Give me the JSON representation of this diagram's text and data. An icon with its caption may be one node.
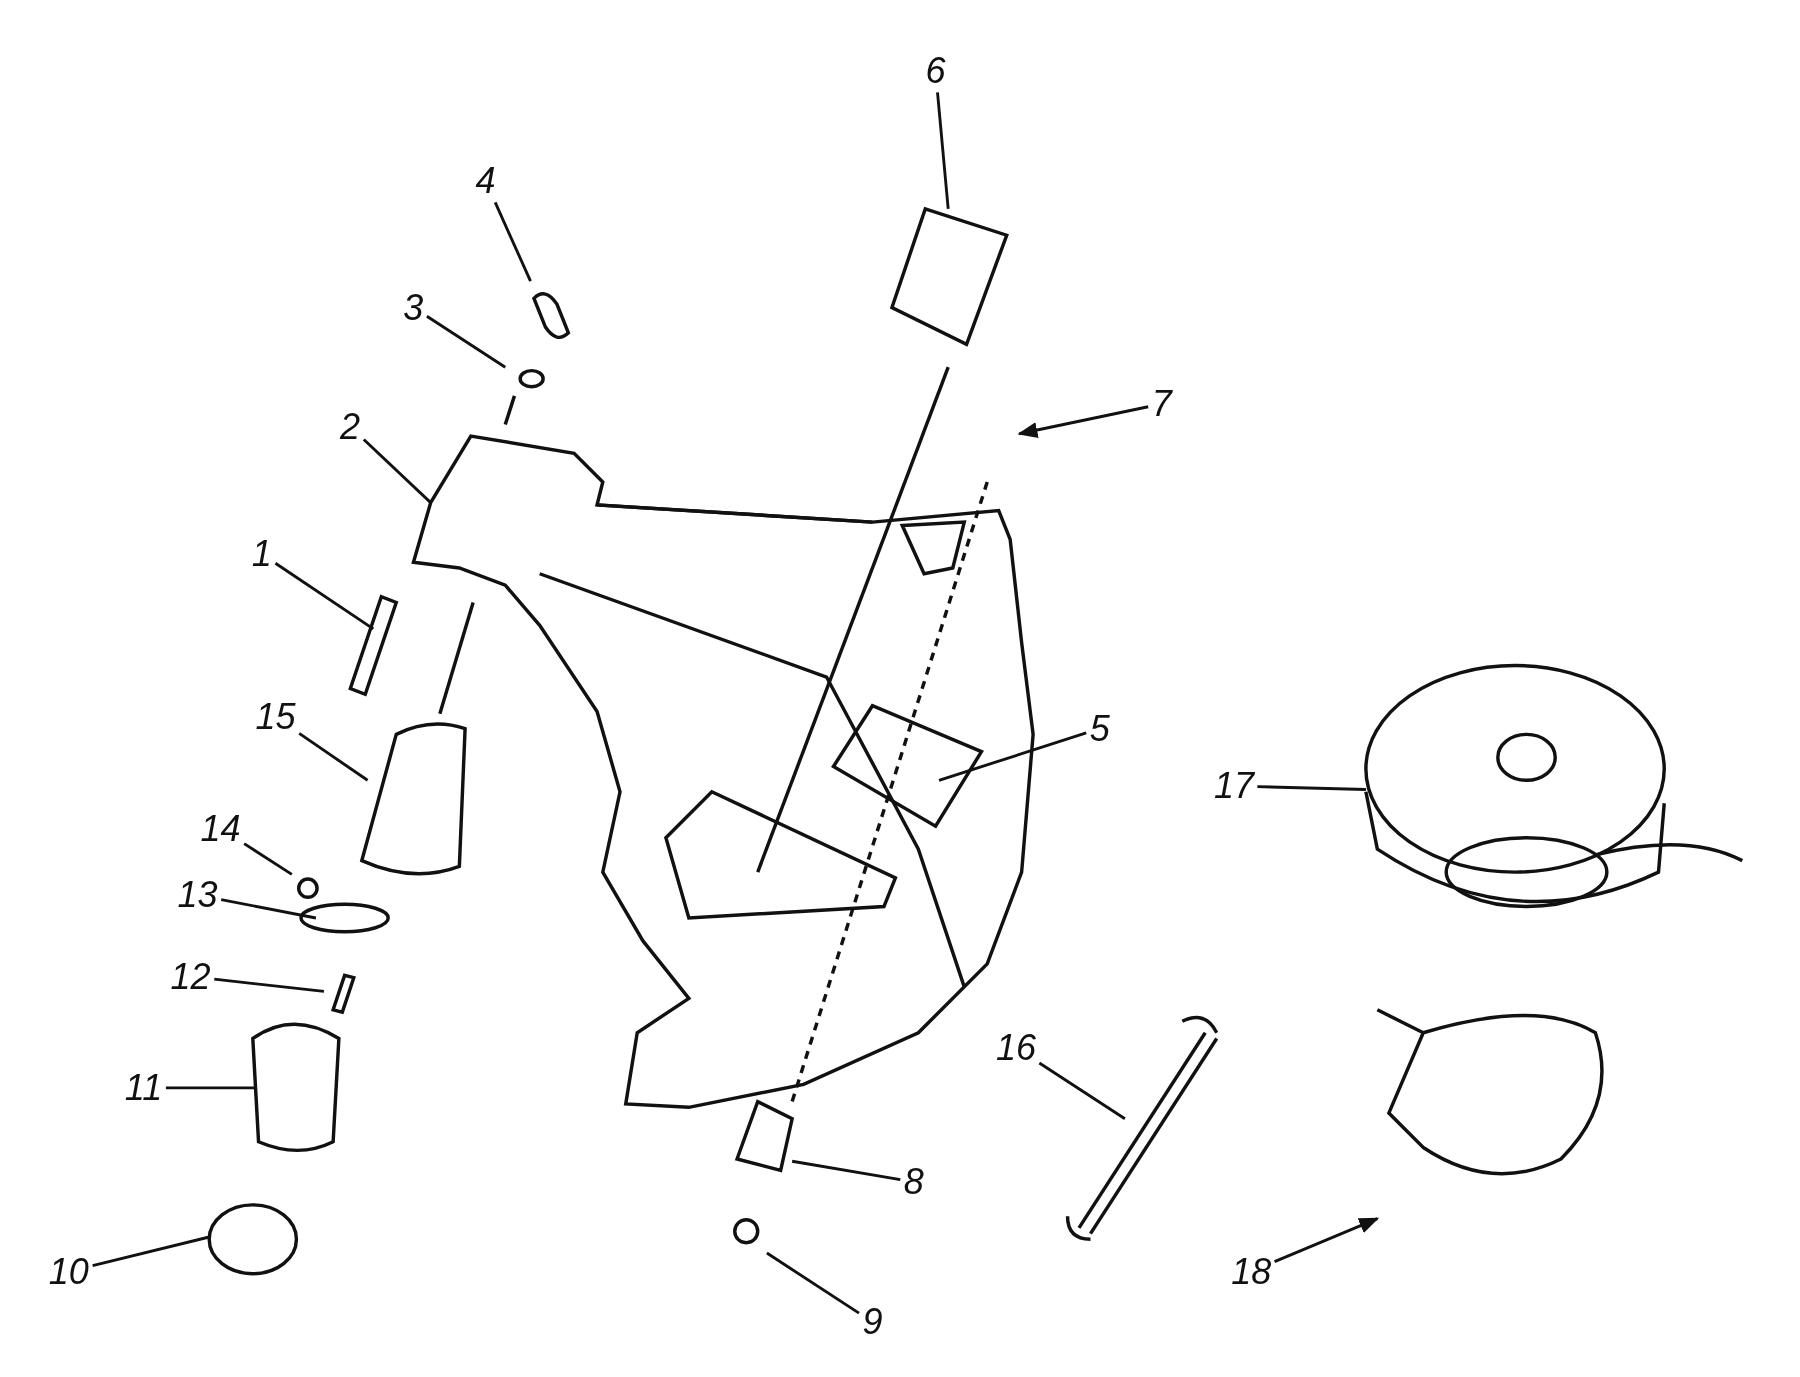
{
  "diagram": {
    "nodes": [
      {
        "text": [
          "1"
        ]
      },
      {
        "text": [
          "2"
        ]
      },
      {
        "text": [
          "3"
        ]
      },
      {
        "text": [
          "4"
        ]
      },
      {
        "text": [
          "5"
        ]
      },
      {
        "text": [
          "6"
        ]
      },
      {
        "text": [
          "7"
        ]
      },
      {
        "text": [
          "8"
        ]
      },
      {
        "text": [
          "9"
        ]
      },
      {
        "text": [
          "10"
        ]
      },
      {
        "text": [
          "11"
        ]
      },
      {
        "text": [
          "12"
        ]
      },
      {
        "text": [
          "13"
        ]
      },
      {
        "text": [
          "14"
        ]
      },
      {
        "text": [
          "15"
        ]
      },
      {
        "text": [
          "16"
        ]
      },
      {
        "text": [
          "17"
        ]
      },
      {
        "text": [
          "18"
        ]
      }
    ],
    "edges": [
      {
        "from": 0,
        "to": null,
        "arrow": "none"
      },
      {
        "from": 1,
        "to": null,
        "arrow": "none"
      },
      {
        "from": 2,
        "to": null,
        "arrow": "none"
      },
      {
        "from": 3,
        "to": null,
        "arrow": "none"
      },
      {
        "from": 4,
        "to": null,
        "arrow": "none"
      },
      {
        "from": 5,
        "to": null,
        "arrow": "none"
      },
      {
        "from": 6,
        "to": null,
        "arrow": "to"
      },
      {
        "from": 7,
        "to": null,
        "arrow": "none"
      },
      {
        "from": 8,
        "to": null,
        "arrow": "none"
      },
      {
        "from": 9,
        "to": null,
        "arrow": "none"
      },
      {
        "from": 10,
        "to": null,
        "arrow": "none"
      },
      {
        "from": 11,
        "to": null,
        "arrow": "none"
      },
      {
        "from": 12,
        "to": null,
        "arrow": "none"
      },
      {
        "from": 13,
        "to": null,
        "arrow": "none"
      },
      {
        "from": 14,
        "to": null,
        "arrow": "none"
      },
      {
        "from": 15,
        "to": null,
        "arrow": "none"
      },
      {
        "from": 16,
        "to": null,
        "arrow": "none"
      },
      {
        "from": 17,
        "to": null,
        "arrow": "to"
      }
    ]
  }
}
